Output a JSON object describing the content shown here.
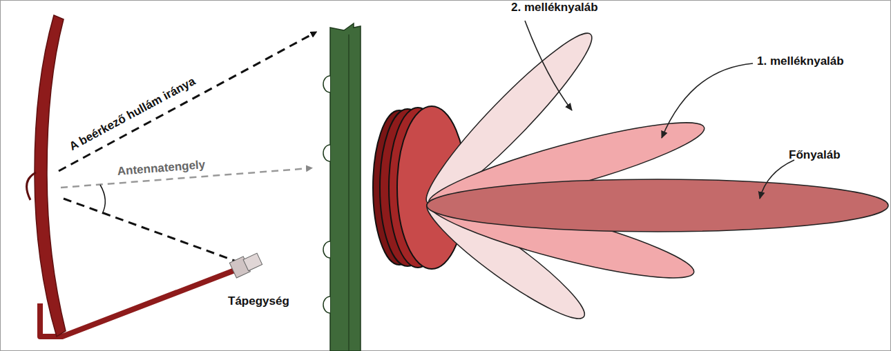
{
  "diagram": {
    "labels": [
      "A beérkező hullám iránya",
      "Antennatengely",
      "Tápegység",
      "2. melléknyaláb",
      "1. melléknyaláb",
      "Főnyaláb"
    ]
  }
}
